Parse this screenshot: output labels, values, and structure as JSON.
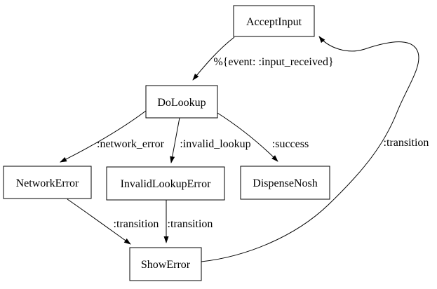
{
  "diagram": {
    "kind": "state-machine-graph",
    "background_color": "#ffffff",
    "node_fill_color": "#ffffff",
    "node_border_color": "#000000",
    "edge_color": "#000000",
    "text_color": "#000000",
    "nodes": [
      {
        "id": "accept_input",
        "label": "AcceptInput"
      },
      {
        "id": "do_lookup",
        "label": "DoLookup"
      },
      {
        "id": "network_error",
        "label": "NetworkError"
      },
      {
        "id": "invalid_lookup_error",
        "label": "InvalidLookupError"
      },
      {
        "id": "dispense_nosh",
        "label": "DispenseNosh"
      },
      {
        "id": "show_error",
        "label": "ShowError"
      }
    ],
    "edges": [
      {
        "from": "AcceptInput",
        "to": "DoLookup",
        "label": "%{event: :input_received}"
      },
      {
        "from": "DoLookup",
        "to": "NetworkError",
        "label": ":network_error"
      },
      {
        "from": "DoLookup",
        "to": "InvalidLookupError",
        "label": ":invalid_lookup"
      },
      {
        "from": "DoLookup",
        "to": "DispenseNosh",
        "label": ":success"
      },
      {
        "from": "NetworkError",
        "to": "ShowError",
        "label": ":transition"
      },
      {
        "from": "InvalidLookupError",
        "to": "ShowError",
        "label": ":transition"
      },
      {
        "from": "ShowError",
        "to": "AcceptInput",
        "label": ":transition"
      }
    ]
  }
}
